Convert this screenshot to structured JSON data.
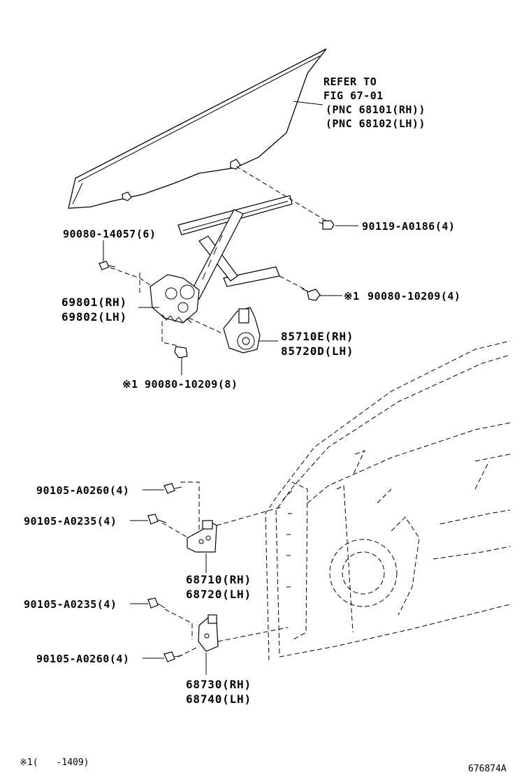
{
  "refer": {
    "line1": "REFER TO",
    "line2": "FIG 67-01",
    "line3": "(PNC 68101(RH))",
    "line4": "(PNC 68102(LH))"
  },
  "parts": {
    "bolt_90119": "90119-A0186(4)",
    "bolt_90080_14057": "90080-14057(6)",
    "mark_1": "※1",
    "bolt_90080_10209_4": "90080-10209(4)",
    "regulator_rh": "69801(RH)",
    "regulator_lh": "69802(LH)",
    "motor_rh": "85710E(RH)",
    "motor_lh": "85720D(LH)",
    "bolt_90080_10209_8": "90080-10209(8)",
    "bolt_90105_A0260_upper": "90105-A0260(4)",
    "bolt_90105_A0235_upper": "90105-A0235(4)",
    "hinge_upper_rh": "68710(RH)",
    "hinge_upper_lh": "68720(LH)",
    "bolt_90105_A0235_lower": "90105-A0235(4)",
    "bolt_90105_A0260_lower": "90105-A0260(4)",
    "hinge_lower_rh": "68730(RH)",
    "hinge_lower_lh": "68740(LH)"
  },
  "footnote": "※1(　　-1409)",
  "figure_id": "676874A"
}
